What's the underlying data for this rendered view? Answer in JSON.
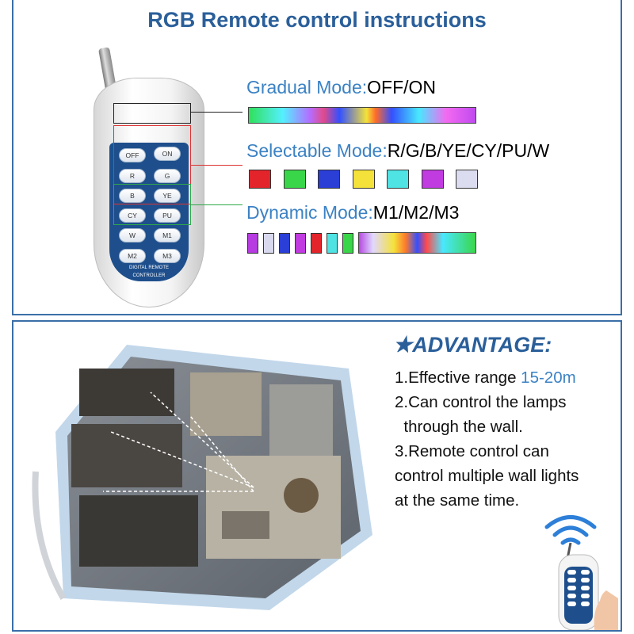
{
  "title": "RGB Remote control instructions",
  "remote": {
    "buttons": [
      "OFF",
      "ON",
      "R",
      "G",
      "B",
      "YE",
      "CY",
      "PU",
      "W",
      "M1",
      "M2",
      "M3"
    ],
    "label_line1": "DIGITAL REMOTE",
    "label_line2": "CONTROLLER"
  },
  "modes": [
    {
      "name": "Gradual Mode:",
      "options": "OFF/ON"
    },
    {
      "name": "Selectable Mode:",
      "options": "R/G/B/YE/CY/PU/W"
    },
    {
      "name": "Dynamic Mode:",
      "options": "M1/M2/M3"
    }
  ],
  "colors": {
    "selectable": [
      "#e3242b",
      "#3ad64a",
      "#2b3ed6",
      "#f4e23a",
      "#4fe3e3",
      "#c03be0",
      "#dcdcf0"
    ],
    "dynamic_small": [
      "#b63be0",
      "#d8d8ef",
      "#2b3ed6",
      "#c03be0",
      "#e3242b",
      "#4fe3e3",
      "#3ad64a"
    ],
    "accent": "#2a5f9a",
    "highlight": "#3b82c4",
    "frame": "#3a6fa8"
  },
  "advantage": {
    "title": "ADVANTAGE:",
    "lines": [
      {
        "text": "1.Effective range ",
        "highlight": "15-20m"
      },
      {
        "text": "2.Can control the lamps",
        "highlight": ""
      },
      {
        "text": "  through the wall.",
        "highlight": ""
      },
      {
        "text": "3.Remote control can",
        "highlight": ""
      },
      {
        "text": "control multiple wall lights",
        "highlight": ""
      },
      {
        "text": "at the same time.",
        "highlight": ""
      }
    ]
  },
  "icons": {
    "title_star": "star-icon",
    "signal": "wifi-signal-icon"
  }
}
